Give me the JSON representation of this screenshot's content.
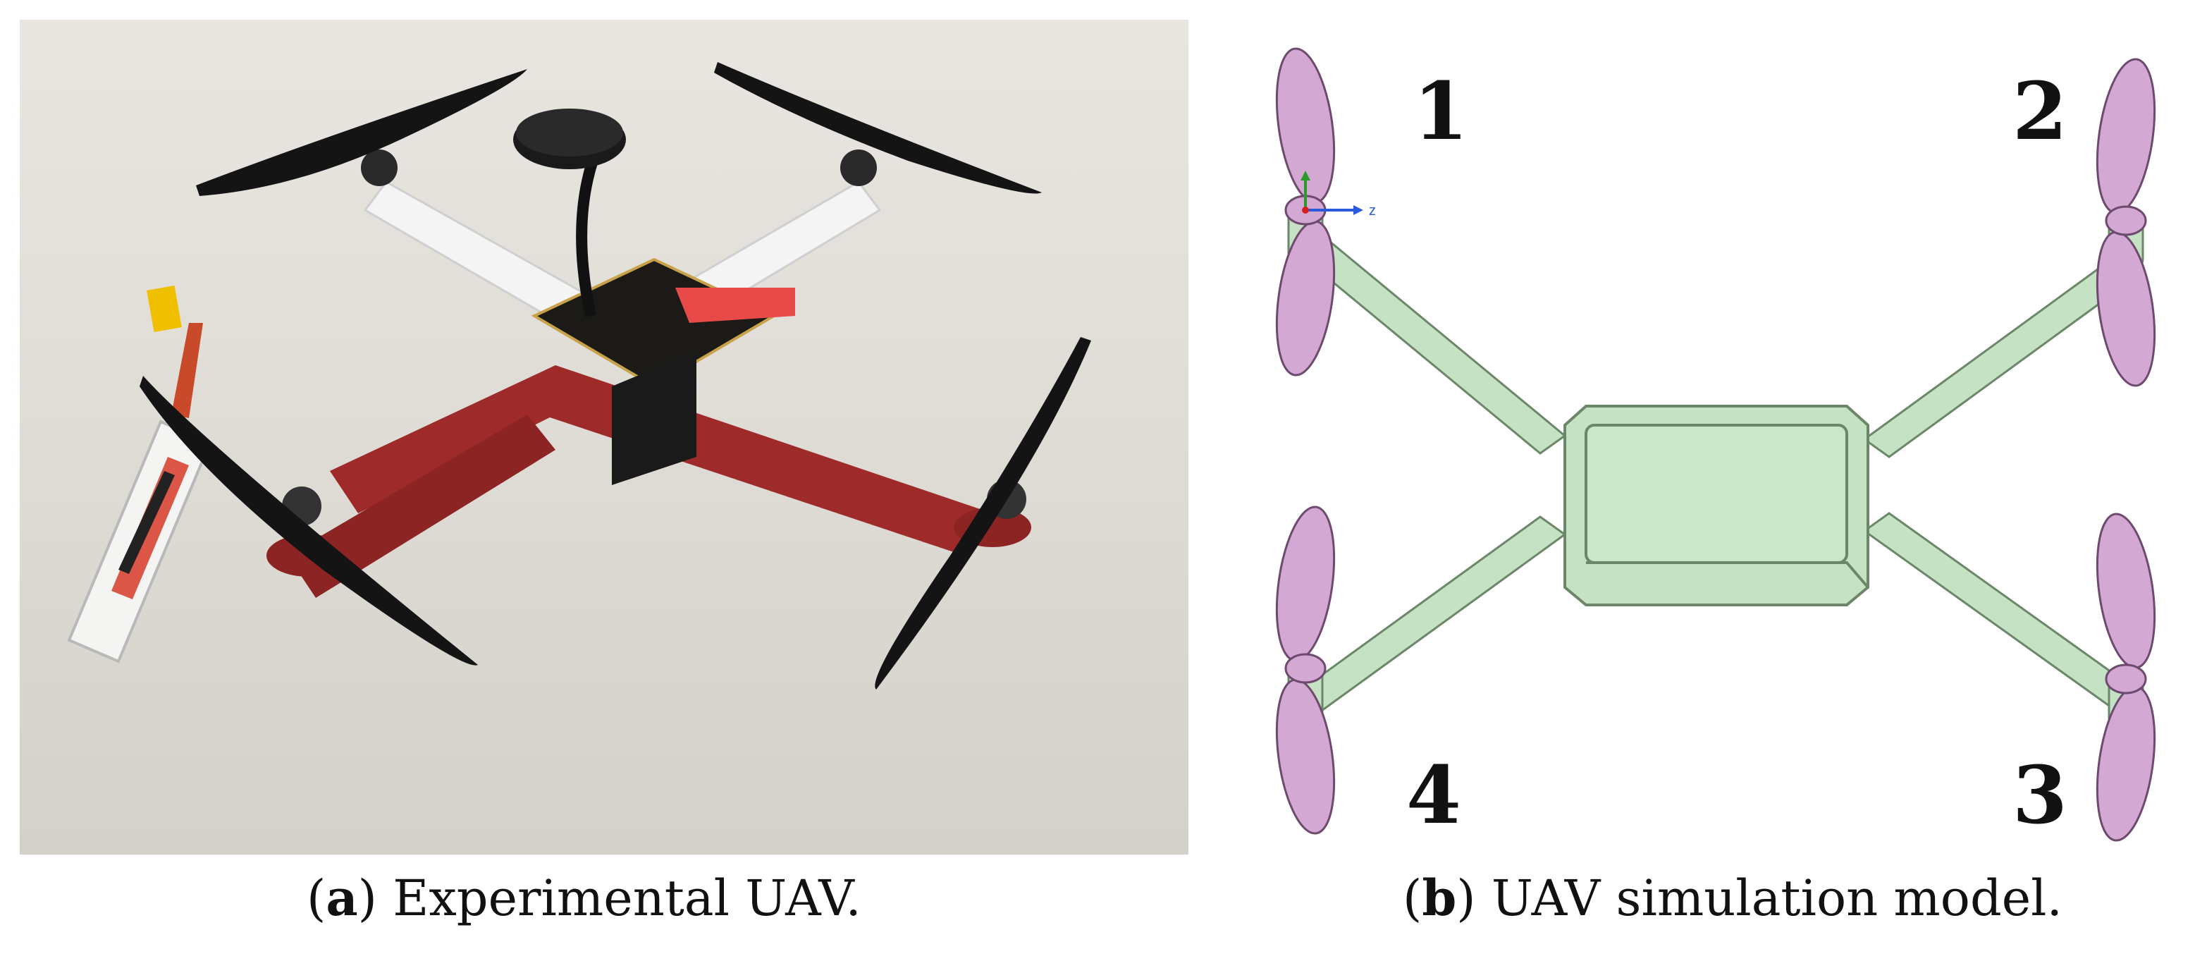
{
  "figure": {
    "caption_a": {
      "label": "a",
      "text": "Experimental UAV."
    },
    "caption_b": {
      "label": "b",
      "text": "UAV simulation model."
    },
    "rotor_labels": [
      "1",
      "2",
      "3",
      "4"
    ],
    "axis_label": "z",
    "colors": {
      "frame_green": "#c6e2c4",
      "propeller_purple": "#d3a9d3",
      "drone_arm_red": "#9e2a2a",
      "photo_background": "#e3dfda"
    }
  }
}
